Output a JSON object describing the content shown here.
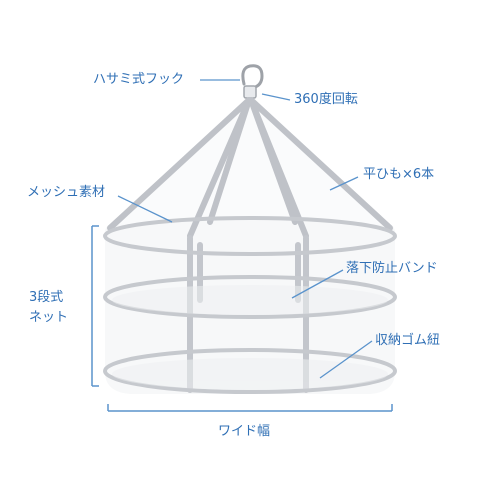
{
  "labels": {
    "hook": "ハサミ式フック",
    "swivel": "360度回転",
    "straps": "平ひも×6本",
    "mesh": "メッシュ素材",
    "tiers_line1": "3段式",
    "tiers_line2": "ネット",
    "fall_band": "落下防止バンド",
    "storage_cord": "収納ゴム紐",
    "width": "ワイド幅"
  },
  "colors": {
    "label_text": "#2f6fb5",
    "leader_line": "#5a93cc",
    "strap": "#b9bcc2",
    "rim": "#bfc2c7",
    "mesh": "#f1f3f5"
  },
  "icons": {
    "hook": "hanger-hook-icon"
  }
}
